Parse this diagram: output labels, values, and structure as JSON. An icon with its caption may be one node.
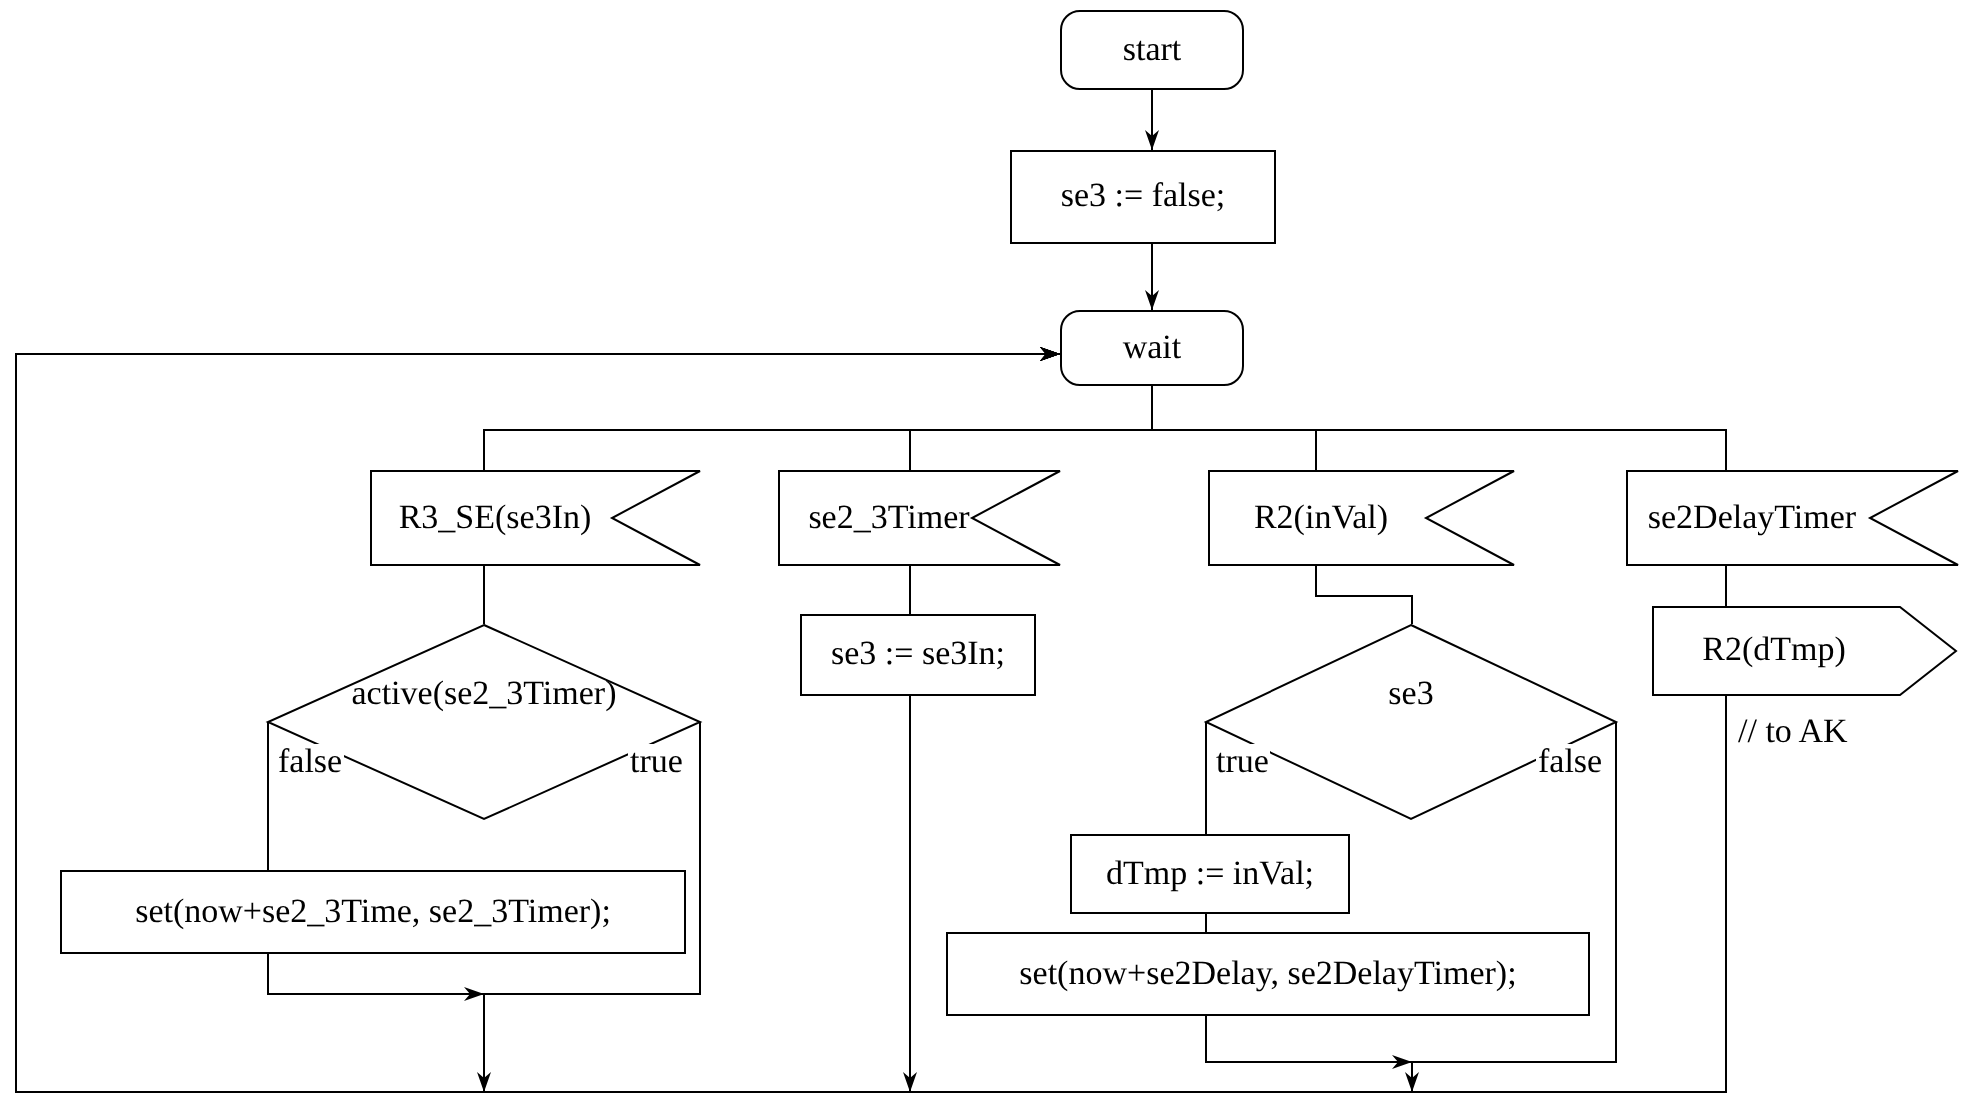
{
  "diagram": {
    "nodes": [
      {
        "text": [
          "start"
        ]
      },
      {
        "text": [
          "se3 := false;"
        ]
      },
      {
        "text": [
          "wait"
        ]
      },
      {
        "text": [
          "R3_SE(se3In)"
        ]
      },
      {
        "text": [
          "active(se2_3Timer)"
        ]
      },
      {
        "text": [
          "set(now+se2_3Time, se2_3Timer);"
        ]
      },
      {
        "text": [
          "se2_3Timer"
        ]
      },
      {
        "text": [
          "se3 := se3In;"
        ]
      },
      {
        "text": [
          "R2(inVal)"
        ]
      },
      {
        "text": [
          "se3"
        ]
      },
      {
        "text": [
          "dTmp := inVal;"
        ]
      },
      {
        "text": [
          "set(now+se2Delay, se2DelayTimer);"
        ]
      },
      {
        "text": [
          "se2DelayTimer"
        ]
      },
      {
        "text": [
          "R2(dTmp)"
        ],
        "beside": [
          "// to AK"
        ]
      }
    ],
    "edges": [
      {
        "from": 0,
        "to": 1,
        "arrow": "to"
      },
      {
        "from": 1,
        "to": 2,
        "arrow": "to"
      },
      {
        "from": 2,
        "to": 3,
        "arrow": "none"
      },
      {
        "from": 2,
        "to": 6,
        "arrow": "none"
      },
      {
        "from": 2,
        "to": 8,
        "arrow": "none"
      },
      {
        "from": 2,
        "to": 12,
        "arrow": "none"
      },
      {
        "from": 3,
        "to": 4,
        "arrow": "none"
      },
      {
        "from": 4,
        "to": 5,
        "label": "false",
        "arrow": "none"
      },
      {
        "from": 6,
        "to": 7,
        "arrow": "none"
      },
      {
        "from": 8,
        "to": 9,
        "arrow": "none"
      },
      {
        "from": 9,
        "to": 10,
        "label": "true",
        "arrow": "none"
      },
      {
        "from": 10,
        "to": 11,
        "arrow": "none"
      },
      {
        "from": 12,
        "to": 13,
        "arrow": "none"
      },
      {
        "from": 5,
        "to": 2,
        "arrow": "to"
      },
      {
        "from": 4,
        "to": 2,
        "label": "true",
        "arrow": "to"
      },
      {
        "from": 7,
        "to": 2,
        "arrow": "to"
      },
      {
        "from": 11,
        "to": 2,
        "arrow": "to"
      },
      {
        "from": 9,
        "to": 2,
        "label": "false",
        "arrow": "to"
      },
      {
        "from": 13,
        "to": 2,
        "arrow": "to"
      }
    ]
  }
}
